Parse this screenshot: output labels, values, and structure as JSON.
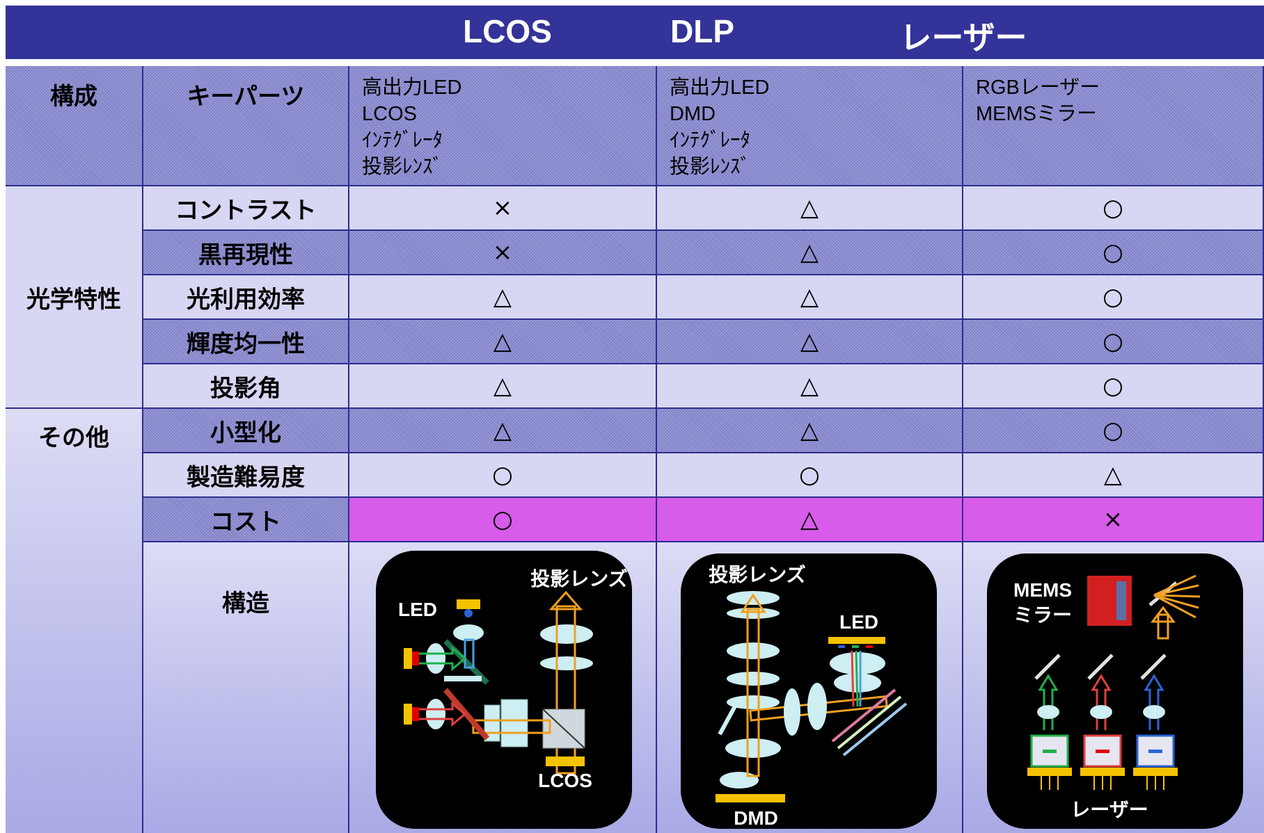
{
  "header": {
    "columns": [
      "LCOS",
      "DLP",
      "レーザー"
    ]
  },
  "composition": {
    "category": "構成",
    "item": "キーパーツ",
    "lcos_parts": [
      "高出力LED",
      "LCOS",
      "ｲﾝﾃｸﾞﾚｰﾀ",
      "投影ﾚﾝｽﾞ"
    ],
    "dlp_parts": [
      "高出力LED",
      "DMD",
      "ｲﾝﾃｸﾞﾚｰﾀ",
      "投影ﾚﾝｽﾞ"
    ],
    "laser_parts": [
      "RGBレーザー",
      "MEMSミラー"
    ]
  },
  "optical": {
    "category": "光学特性",
    "rows": [
      {
        "label": "コントラスト",
        "lcos": "×",
        "dlp": "△",
        "laser": "○"
      },
      {
        "label": "黒再現性",
        "lcos": "×",
        "dlp": "△",
        "laser": "○"
      },
      {
        "label": "光利用効率",
        "lcos": "△",
        "dlp": "△",
        "laser": "○"
      },
      {
        "label": "輝度均一性",
        "lcos": "△",
        "dlp": "△",
        "laser": "○"
      },
      {
        "label": "投影角",
        "lcos": "△",
        "dlp": "△",
        "laser": "○"
      }
    ]
  },
  "other": {
    "category": "その他",
    "rows": [
      {
        "label": "小型化",
        "lcos": "△",
        "dlp": "△",
        "laser": "○"
      },
      {
        "label": "製造難易度",
        "lcos": "○",
        "dlp": "○",
        "laser": "△"
      },
      {
        "label": "コスト",
        "lcos": "○",
        "dlp": "△",
        "laser": "×"
      }
    ],
    "structure_label": "構造"
  },
  "diagrams": {
    "lcos": {
      "lens": "投影レンズ",
      "led": "LED",
      "chip": "LCOS"
    },
    "dlp": {
      "lens": "投影レンズ",
      "led": "LED",
      "chip": "DMD"
    },
    "laser": {
      "mems_line1": "MEMS",
      "mems_line2": "ミラー",
      "source": "レーザー"
    }
  },
  "colors": {
    "header": "#333399",
    "highlight": "#d65ce9",
    "border": "#2d2d8f"
  }
}
